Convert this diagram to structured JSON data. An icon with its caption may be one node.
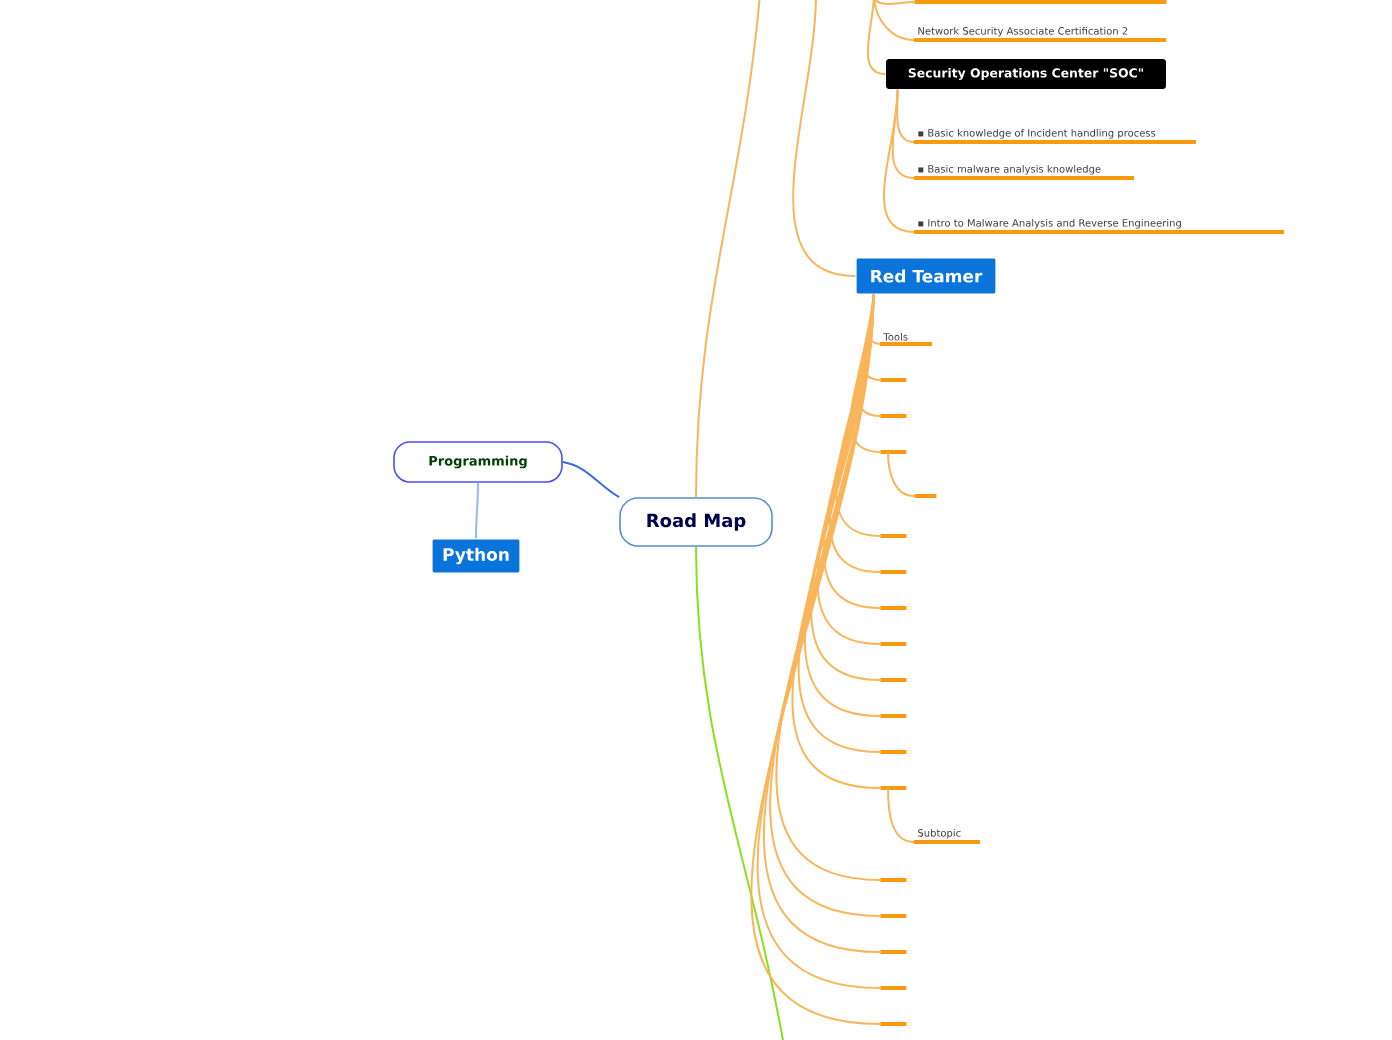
{
  "diagram": {
    "nodes": [
      {
        "text": [
          "Road Map"
        ]
      },
      {
        "text": [
          "Programming"
        ]
      },
      {
        "text": [
          "Python"
        ]
      },
      {
        "text": [],
        "shape": "bar"
      },
      {
        "text": [
          "Network Security Associate Certification 2"
        ]
      },
      {
        "text": [
          "Security Operations Center \"SOC\""
        ]
      },
      {
        "text": [
          "▪ Basic knowledge of Incident handling process"
        ]
      },
      {
        "text": [
          "▪ Basic malware analysis knowledge"
        ]
      },
      {
        "text": [
          "▪ Intro to Malware Analysis and Reverse Engineering"
        ]
      },
      {
        "text": [
          "Red Teamer"
        ]
      },
      {
        "text": [
          "Tools"
        ]
      },
      {
        "text": [],
        "shape": "bar"
      },
      {
        "text": [],
        "shape": "bar"
      },
      {
        "text": [],
        "shape": "bar"
      },
      {
        "text": [],
        "shape": "bar"
      },
      {
        "text": [],
        "shape": "bar"
      },
      {
        "text": [],
        "shape": "bar"
      },
      {
        "text": [],
        "shape": "bar"
      },
      {
        "text": [],
        "shape": "bar"
      },
      {
        "text": [],
        "shape": "bar"
      },
      {
        "text": [],
        "shape": "bar"
      },
      {
        "text": [],
        "shape": "bar"
      },
      {
        "text": [],
        "shape": "bar"
      },
      {
        "text": [
          "Subtopic"
        ]
      },
      {
        "text": [],
        "shape": "bar"
      },
      {
        "text": [],
        "shape": "bar"
      },
      {
        "text": [],
        "shape": "bar"
      },
      {
        "text": [],
        "shape": "bar"
      },
      {
        "text": [],
        "shape": "bar"
      }
    ],
    "edges": [
      {
        "from": 0,
        "to": 1,
        "arrow": "none",
        "color": "#3d6de0"
      },
      {
        "from": 1,
        "to": 2,
        "arrow": "none",
        "color": "#9ab8f2"
      },
      {
        "from": 0,
        "to": null,
        "arrow": "none"
      },
      {
        "from": 0,
        "to": null,
        "arrow": "none",
        "color": "#88e01a"
      },
      {
        "from": null,
        "to": 3,
        "arrow": "none"
      },
      {
        "from": null,
        "to": 4,
        "arrow": "none"
      },
      {
        "from": null,
        "to": 5,
        "arrow": "none"
      },
      {
        "from": 5,
        "to": 6,
        "arrow": "none"
      },
      {
        "from": 5,
        "to": 7,
        "arrow": "none"
      },
      {
        "from": 5,
        "to": 8,
        "arrow": "none"
      },
      {
        "from": null,
        "to": 9,
        "arrow": "none"
      },
      {
        "from": 9,
        "to": 10,
        "arrow": "none"
      },
      {
        "from": 9,
        "to": 11,
        "arrow": "none"
      },
      {
        "from": 9,
        "to": 12,
        "arrow": "none"
      },
      {
        "from": 9,
        "to": 13,
        "arrow": "none"
      },
      {
        "from": 13,
        "to": 14,
        "arrow": "none"
      },
      {
        "from": 9,
        "to": 15,
        "arrow": "none"
      },
      {
        "from": 9,
        "to": 16,
        "arrow": "none"
      },
      {
        "from": 9,
        "to": 17,
        "arrow": "none"
      },
      {
        "from": 9,
        "to": 18,
        "arrow": "none"
      },
      {
        "from": 9,
        "to": 19,
        "arrow": "none"
      },
      {
        "from": 9,
        "to": 20,
        "arrow": "none"
      },
      {
        "from": 9,
        "to": 21,
        "arrow": "none"
      },
      {
        "from": 9,
        "to": 22,
        "arrow": "none"
      },
      {
        "from": 22,
        "to": 23,
        "arrow": "none"
      },
      {
        "from": 9,
        "to": 24,
        "arrow": "none"
      },
      {
        "from": 9,
        "to": 25,
        "arrow": "none"
      },
      {
        "from": 9,
        "to": 26,
        "arrow": "none"
      },
      {
        "from": 9,
        "to": 27,
        "arrow": "none"
      },
      {
        "from": 9,
        "to": 28,
        "arrow": "none"
      }
    ]
  }
}
